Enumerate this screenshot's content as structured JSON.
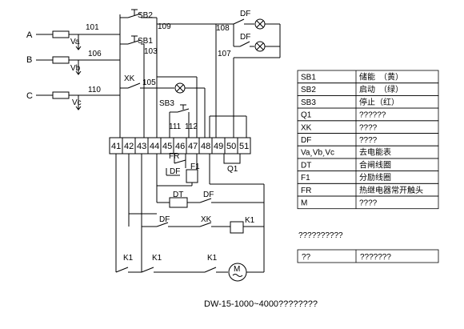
{
  "phases": [
    "A",
    "B",
    "C"
  ],
  "sensors": [
    "Va",
    "Vb",
    "Vc"
  ],
  "wire_numbers": {
    "w101": "101",
    "w103": "103",
    "w105": "105",
    "w106": "106",
    "w107": "107",
    "w108": "108",
    "w109": "109",
    "w110": "110",
    "w111": "111",
    "w112": "112"
  },
  "components": {
    "sb2": "SB2",
    "sb1": "SB1",
    "sb3": "SB3",
    "xk": "XK",
    "df": "DF",
    "fr": "FR",
    "f1": "F1",
    "q1": "Q1",
    "dt": "DT",
    "k1": "K1",
    "m": "M"
  },
  "terminals": [
    "41",
    "42",
    "43",
    "44",
    "45",
    "46",
    "47",
    "48",
    "49",
    "50",
    "51"
  ],
  "legend": [
    {
      "code": "SB1",
      "desc": "储能　（黄）"
    },
    {
      "code": "SB2",
      "desc": "启动　（绿）"
    },
    {
      "code": "SB3",
      "desc": "停止（红）"
    },
    {
      "code": "Q1",
      "desc": "??????"
    },
    {
      "code": "XK",
      "desc": "????"
    },
    {
      "code": "DF",
      "desc": "????"
    },
    {
      "code": "Va¸Vb¸Vc",
      "desc": "去电能表"
    },
    {
      "code": "DT",
      "desc": "合闸线圈"
    },
    {
      "code": "F1",
      "desc": "分励线圈"
    },
    {
      "code": "FR",
      "desc": "热继电器常开触头"
    },
    {
      "code": "M",
      "desc": "????"
    }
  ],
  "note": "??????????",
  "extra_row": {
    "code": "??",
    "desc": "???????"
  },
  "caption": "DW-15-1000~4000????????"
}
